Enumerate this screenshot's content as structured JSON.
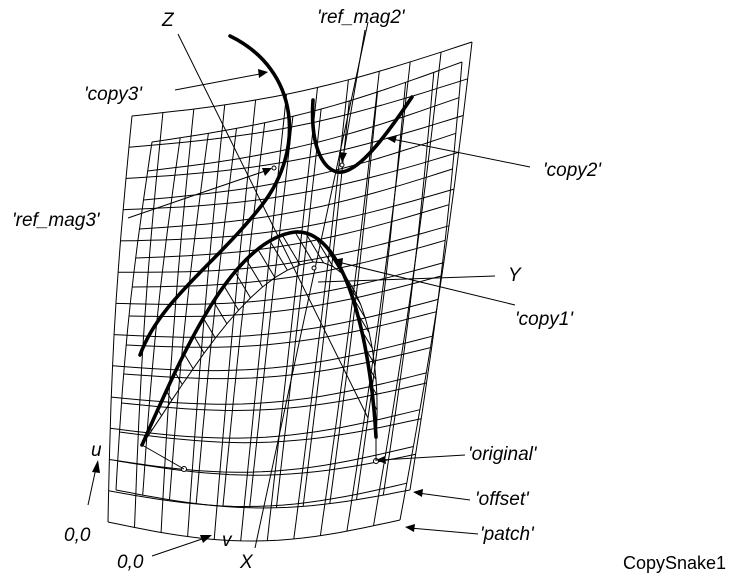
{
  "diagram": {
    "figure_id": "CopySnake1",
    "labels": {
      "z_axis": "Z",
      "y_axis": "Y",
      "x_axis": "X",
      "u_axis": "u",
      "v_axis": "v",
      "origin_u": "0,0",
      "origin_v": "0,0",
      "ref_mag2": "'ref_mag2'",
      "copy3": "'copy3'",
      "copy2": "'copy2'",
      "ref_mag3": "'ref_mag3'",
      "copy1": "'copy1'",
      "original": "'original'",
      "offset": "'offset'",
      "patch": "'patch'"
    }
  }
}
